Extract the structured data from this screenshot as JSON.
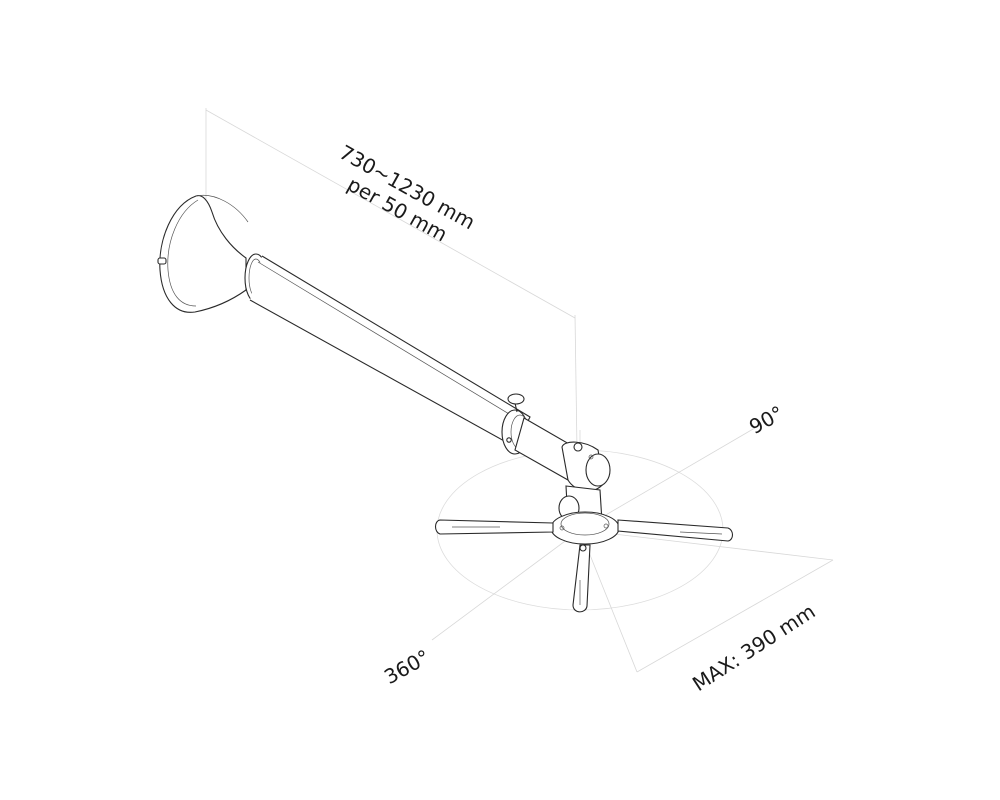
{
  "diagram": {
    "subject": "Projector ceiling/wall mount with extendable arm",
    "labels": {
      "length_range": "730~1230 mm",
      "length_step": "per 50 mm",
      "tilt": "90°",
      "rotation": "360°",
      "max_size": "MAX: 390 mm"
    },
    "colors": {
      "line": "#2a2a2a",
      "dimension_line": "#d8d8d8",
      "background": "#ffffff"
    }
  }
}
